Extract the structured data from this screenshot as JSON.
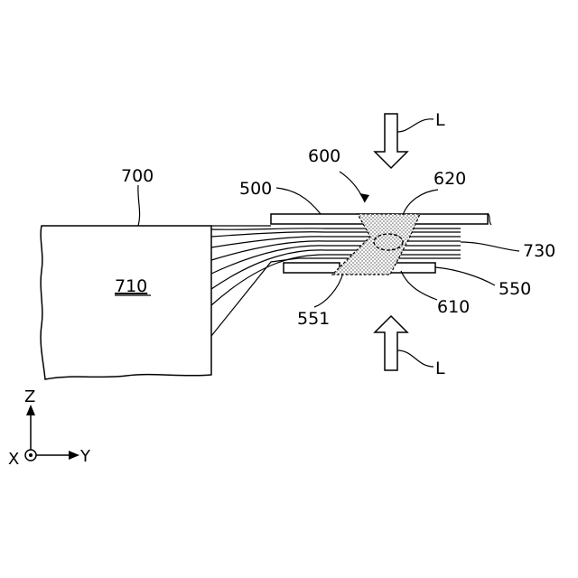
{
  "labels": {
    "L_top": "L",
    "L_bottom": "L",
    "ref_600": "600",
    "ref_620": "620",
    "ref_700": "700",
    "ref_500": "500",
    "ref_710": "710",
    "ref_730": "730",
    "ref_550": "550",
    "ref_551": "551",
    "ref_610": "610"
  },
  "axes": {
    "z": "Z",
    "x": "X",
    "y": "Y"
  }
}
